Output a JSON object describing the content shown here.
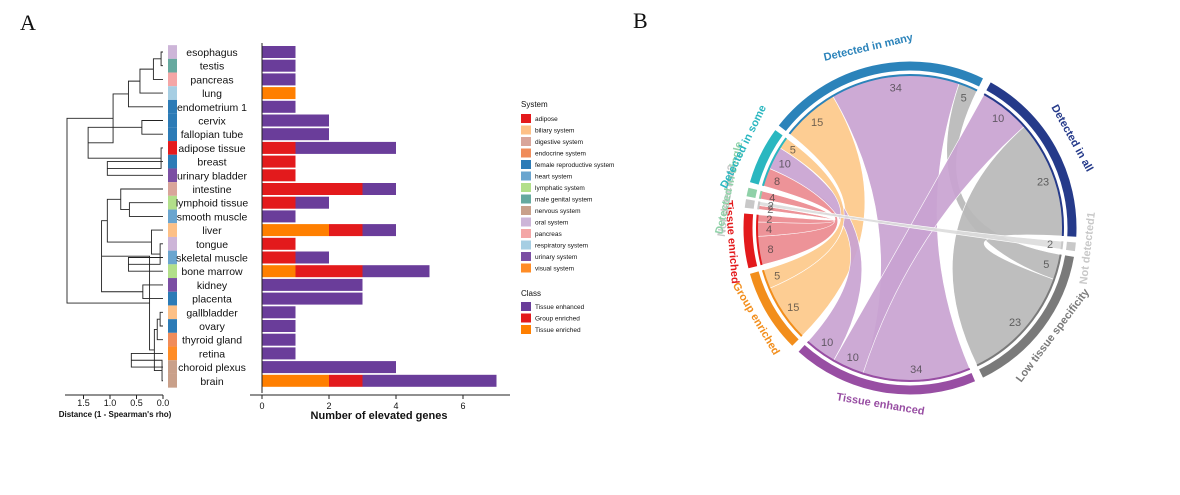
{
  "panels": {
    "a": "A",
    "b": "B"
  },
  "colors": {
    "adipose": "#e41a1c",
    "biliary system": "#fdc086",
    "digestive system": "#d9a59a",
    "endocrine system": "#f08c5a",
    "female reproductive system": "#2c7bb6",
    "heart system": "#6aa5cf",
    "lymphatic system": "#b2df8a",
    "male genital system": "#66a99f",
    "nervous system": "#c9a08a",
    "oral system": "#cdb5d8",
    "pancreas": "#f4a6a6",
    "respiratory system": "#a6cee3",
    "urinary system": "#7b4ea3",
    "visual system": "#ff8c26",
    "Tissue enhanced": "#6a3d9a",
    "Group enriched": "#e31a1c",
    "Tissue enriched": "#ff7f00"
  },
  "chart_data": [
    {
      "type": "bar",
      "orientation": "horizontal",
      "stacked": true,
      "categories": [
        "esophagus",
        "testis",
        "pancreas",
        "lung",
        "endometrium 1",
        "cervix",
        "fallopian tube",
        "adipose tissue",
        "breast",
        "urinary bladder",
        "intestine",
        "lymphoid tissue",
        "smooth muscle",
        "liver",
        "tongue",
        "skeletal muscle",
        "bone marrow",
        "kidney",
        "placenta",
        "gallbladder",
        "ovary",
        "thyroid gland",
        "retina",
        "choroid plexus",
        "brain"
      ],
      "tissue_system": [
        "oral system",
        "male genital system",
        "pancreas",
        "respiratory system",
        "female reproductive system",
        "female reproductive system",
        "female reproductive system",
        "adipose",
        "female reproductive system",
        "urinary system",
        "digestive system",
        "lymphatic system",
        "heart system",
        "biliary system",
        "oral system",
        "heart system",
        "lymphatic system",
        "urinary system",
        "female reproductive system",
        "biliary system",
        "female reproductive system",
        "endocrine system",
        "visual system",
        "nervous system",
        "nervous system"
      ],
      "series": [
        {
          "name": "Tissue enriched",
          "values": [
            0,
            0,
            0,
            1,
            0,
            0,
            0,
            0,
            0,
            0,
            0,
            0,
            0,
            2,
            0,
            0,
            1,
            0,
            0,
            0,
            0,
            0,
            0,
            0,
            2
          ]
        },
        {
          "name": "Group enriched",
          "values": [
            0,
            0,
            0,
            0,
            0,
            0,
            0,
            1,
            1,
            1,
            3,
            1,
            0,
            1,
            1,
            1,
            2,
            0,
            0,
            0,
            0,
            0,
            0,
            0,
            1
          ]
        },
        {
          "name": "Tissue enhanced",
          "values": [
            1,
            1,
            1,
            0,
            1,
            2,
            2,
            3,
            0,
            0,
            1,
            1,
            1,
            1,
            0,
            1,
            2,
            3,
            3,
            1,
            1,
            1,
            1,
            4,
            4
          ]
        }
      ],
      "xlabel": "Number of elevated genes",
      "xticks": [
        0,
        2,
        4,
        6
      ],
      "xlim": [
        0,
        7
      ],
      "dendrogram_xlabel": "Distance (1 - Spearman's rho)",
      "dendrogram_ticks": [
        "1.5",
        "1.0",
        "0.5",
        "0.0"
      ],
      "legend": {
        "system_title": "System",
        "system_items": [
          "adipose",
          "biliary system",
          "digestive system",
          "endocrine system",
          "female reproductive system",
          "heart system",
          "lymphatic system",
          "male genital system",
          "nervous system",
          "oral system",
          "pancreas",
          "respiratory system",
          "urinary system",
          "visual system"
        ],
        "class_title": "Class",
        "class_items": [
          "Tissue enhanced",
          "Group enriched",
          "Tissue enriched"
        ]
      }
    },
    {
      "type": "chord",
      "sectors": [
        {
          "name": "Detected in many",
          "color": "#2b83ba"
        },
        {
          "name": "Detected in all",
          "color": "#253a8a"
        },
        {
          "name": "Not detected1",
          "color": "#c8c8c8"
        },
        {
          "name": "Low tissue specificity",
          "color": "#7a7a7a"
        },
        {
          "name": "Tissue enhanced",
          "color": "#984ea3"
        },
        {
          "name": "Group enriched",
          "color": "#f28e1c"
        },
        {
          "name": "Tissue enriched",
          "color": "#e31a1c"
        },
        {
          "name": "Not detected2",
          "color": "#c8c8c8"
        },
        {
          "name": "Detected in single",
          "color": "#8fd1a8"
        },
        {
          "name": "Detected in some",
          "color": "#2ab7c0"
        }
      ],
      "links": [
        {
          "from": "Detected in many",
          "to": "Group enriched",
          "value": 15,
          "color": "#fdc98a"
        },
        {
          "from": "Detected in many",
          "to": "Tissue enhanced",
          "value": 34,
          "color": "#c9a3d1"
        },
        {
          "from": "Detected in many",
          "to": "Low tissue specificity",
          "value": 5,
          "color": "#b8b8b8"
        },
        {
          "from": "Detected in all",
          "to": "Tissue enhanced",
          "value": 10,
          "color": "#c9a3d1"
        },
        {
          "from": "Detected in all",
          "to": "Low tissue specificity",
          "value": 23,
          "color": "#b8b8b8"
        },
        {
          "from": "Detected in some",
          "to": "Tissue enriched",
          "value": 8,
          "color": "#ec8a8f"
        },
        {
          "from": "Detected in some",
          "to": "Tissue enhanced",
          "value": 10,
          "color": "#c9a3d1"
        },
        {
          "from": "Detected in some",
          "to": "Group enriched",
          "value": 5,
          "color": "#fdc98a"
        },
        {
          "from": "Detected in single",
          "to": "Tissue enriched",
          "value": 4,
          "color": "#ec8a8f"
        },
        {
          "from": "Not detected2",
          "to": "Tissue enriched",
          "value": 2,
          "color": "#ec8a8f"
        },
        {
          "from": "Not detected2",
          "to": "Not detected1",
          "value": 2,
          "color": "#dcdcdc"
        }
      ]
    }
  ]
}
